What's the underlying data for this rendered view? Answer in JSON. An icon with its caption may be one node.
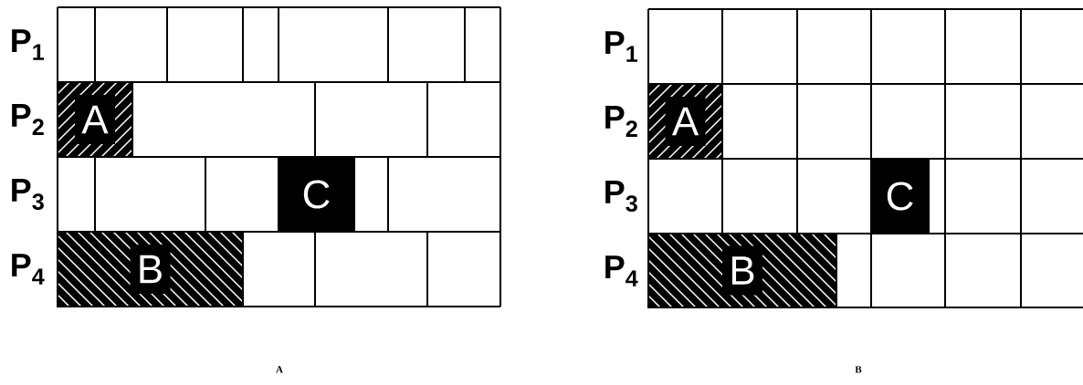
{
  "diagram": {
    "nodes": [
      {
        "text": [
          "A"
        ]
      },
      {
        "text": [
          "C"
        ]
      },
      {
        "text": [
          "B"
        ]
      },
      {
        "text": [
          "A"
        ]
      },
      {
        "text": [
          "C"
        ]
      },
      {
        "text": [
          "B"
        ]
      }
    ],
    "labels": [
      "P$_{1}$",
      "P$_{2}$",
      "P$_{3}$",
      "P$_{4}$",
      "P$_{1}$",
      "P$_{2}$",
      "P$_{3}$",
      "P$_{4}$",
      "A",
      "B"
    ]
  }
}
